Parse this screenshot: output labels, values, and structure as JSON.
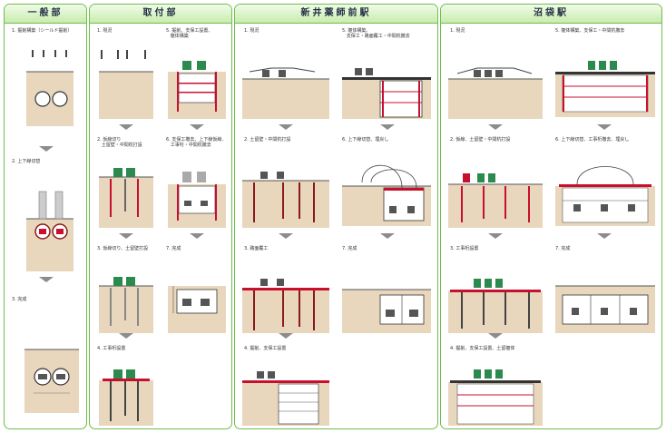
{
  "panels": {
    "p1": {
      "title": "一般部",
      "steps": [
        {
          "cap": "1. 掘削構築（シールド掘削）"
        },
        {
          "cap": "2. 上下線切替"
        },
        {
          "cap": "3. 完成"
        }
      ]
    },
    "p2": {
      "title": "取付部",
      "steps": [
        {
          "cap": "1. 現況"
        },
        {
          "cap": "2. 仮線切り\n   土留壁・中間杭打設"
        },
        {
          "cap": "3. 仮線切り、土留壁打設"
        },
        {
          "cap": "4. 工事桁設置"
        },
        {
          "cap": "5. 掘削、支保工設置、\n   躯体構築"
        },
        {
          "cap": "6. 支保工撤去、上下線仮線、\n   工事桁・中間杭撤去"
        },
        {
          "cap": "7. 完成"
        }
      ]
    },
    "p3": {
      "title": "新井薬師前駅",
      "steps": [
        {
          "cap": "1. 現況"
        },
        {
          "cap": "2. 土留壁・中間杭打設"
        },
        {
          "cap": "3. 路面覆工"
        },
        {
          "cap": "4. 掘削、支保工設置"
        },
        {
          "cap": "5. 躯体構築、\n   支保工・路面覆工・中間杭撤去"
        },
        {
          "cap": "6. 上下線切替、埋戻し"
        },
        {
          "cap": "7. 完成"
        }
      ]
    },
    "p4": {
      "title": "沼袋駅",
      "steps": [
        {
          "cap": "1. 現況"
        },
        {
          "cap": "2. 仮線、土留壁・中間杭打設"
        },
        {
          "cap": "3. 工事桁設置"
        },
        {
          "cap": "4. 掘削、支保工設置、土留躯体"
        },
        {
          "cap": "5. 躯体構築、支保工・中間杭撤去"
        },
        {
          "cap": "6. 上下線切替、工事桁撤去、埋戻し"
        },
        {
          "cap": "7. 完成"
        }
      ]
    }
  },
  "colors": {
    "border": "#6dbe4b",
    "header_top": "#f2fbe9",
    "header_bottom": "#c9ecad",
    "ground": "#e8d7bd",
    "steel": "#c8102e",
    "arrow": "#8c8c8c"
  }
}
